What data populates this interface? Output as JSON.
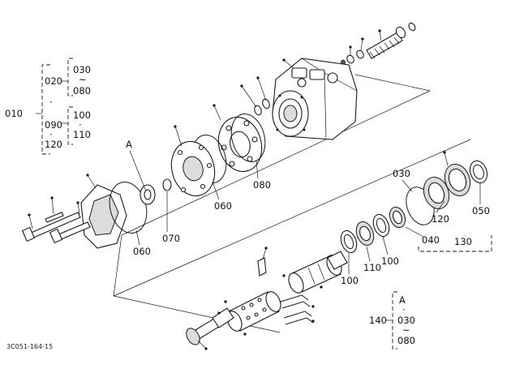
{
  "callouts": {
    "c010": "010",
    "c020": "020",
    "c030_top": "030",
    "tilde_top": "~",
    "c080_top": "080",
    "dot_010": "·",
    "c090": "090",
    "dot_090": "·",
    "c100_left": "100",
    "dot_100": "·",
    "c110_left": "110",
    "c120_left": "120",
    "cA_left": "A",
    "c070": "070",
    "c060_a": "060",
    "c060_b": "060",
    "c080_mid": "080",
    "c030_right": "030",
    "c050": "050",
    "c120_right": "120",
    "c040": "040",
    "c130": "130",
    "c100_a": "100",
    "c110_right": "110",
    "c100_b": "100",
    "c140": "140",
    "cA_right": "A",
    "dot_right": "·",
    "c030_bottom": "030",
    "tilde_bottom": "~",
    "c080_bottom": "080"
  },
  "drawing_code": "3C051-164-15"
}
